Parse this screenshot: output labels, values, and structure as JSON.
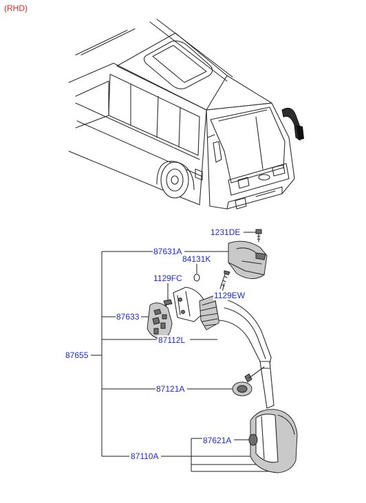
{
  "header": {
    "region_tag": "(RHD)"
  },
  "parts": {
    "p1231DE": "1231DE",
    "p87631A": "87631A",
    "p84131K": "84131K",
    "p1129FC": "1129FC",
    "p1129EW": "1129EW",
    "p87633": "87633",
    "p87112L": "87112L",
    "p87655": "87655",
    "p87121A": "87121A",
    "p87621A": "87621A",
    "p87110A": "87110A"
  }
}
